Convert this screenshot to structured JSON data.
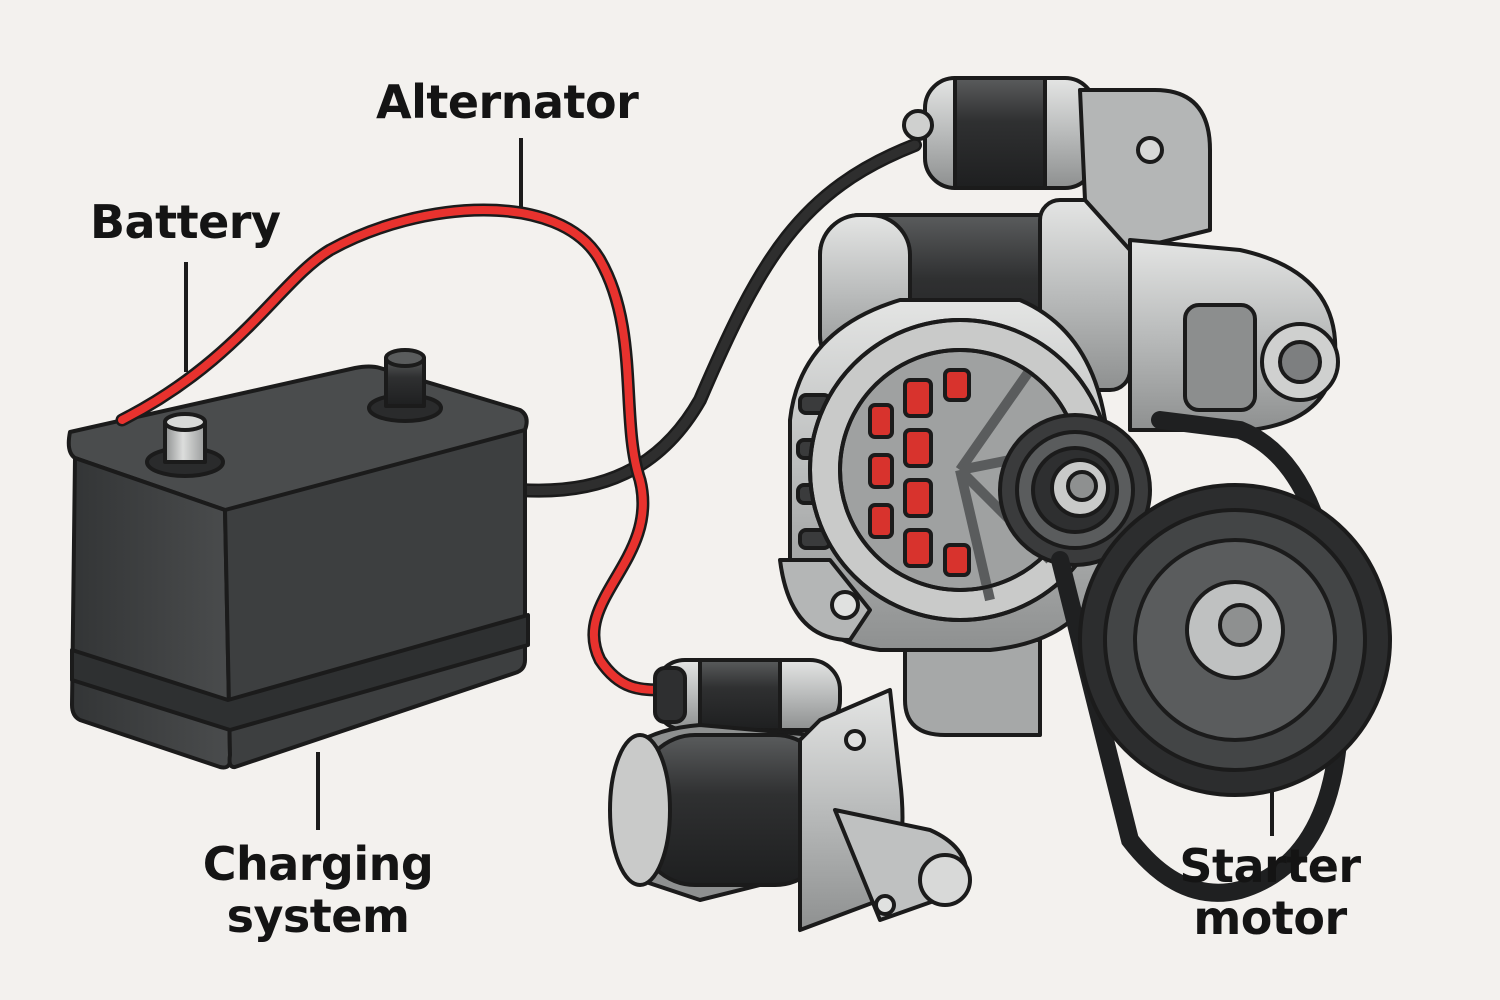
{
  "labels": {
    "alternator": "Alternator",
    "battery": "Battery",
    "charging": [
      "Charging",
      "system"
    ],
    "starter": [
      "Starter",
      "motor"
    ]
  },
  "colors": {
    "background": "#f3f1ee",
    "outline": "#1b1b1b",
    "battery_body": "#3d3f40",
    "metal_light": "#cfd0cf",
    "metal_mid": "#a6a8a8",
    "metal_dark": "#3a3b3c",
    "cable_red": "#e8322e",
    "cable_black": "#2a2a2a",
    "winding_red": "#d8332d"
  },
  "icons": [
    "battery-icon",
    "alternator-icon",
    "starter-motor-icon",
    "pulley-icon",
    "cable-icon"
  ]
}
